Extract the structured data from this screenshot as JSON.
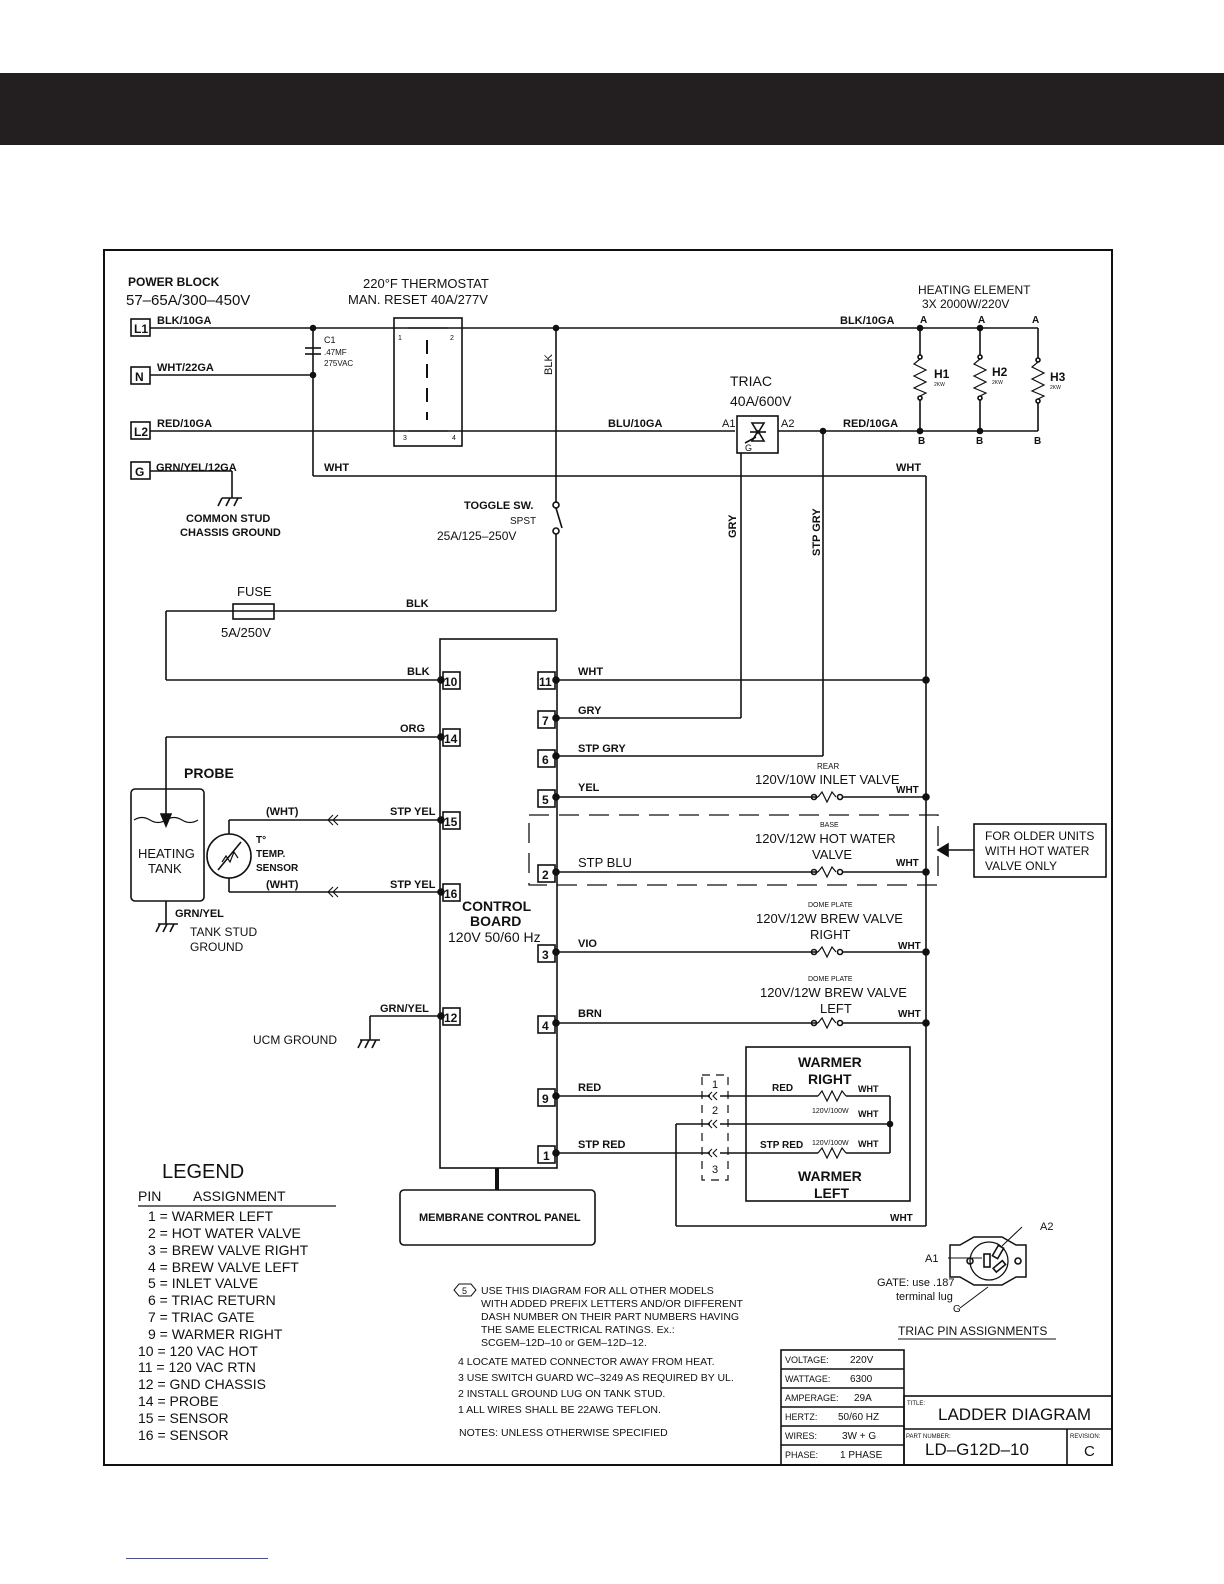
{
  "power_block": {
    "title": "POWER BLOCK",
    "rating": "57–65A/300–450V",
    "L1_wire": "BLK/10GA",
    "N_wire": "WHT/22GA",
    "L2_wire": "RED/10GA",
    "G_wire": "GRN/YEL/12GA"
  },
  "terminals": {
    "L1": "L1",
    "N": "N",
    "L2": "L2",
    "G": "G"
  },
  "ground_stud": {
    "line1": "COMMON STUD",
    "line2": "CHASSIS GROUND"
  },
  "capacitor": {
    "name": "C1",
    "value": ".47MF",
    "rating": "275VAC"
  },
  "thermostat": {
    "line1": "220°F THERMOSTAT",
    "line2": "MAN. RESET 40A/277V",
    "p1": "1",
    "p2": "2",
    "p3": "3",
    "p4": "4"
  },
  "heating_element": {
    "line1": "HEATING ELEMENT",
    "line2": "3X 2000W/220V",
    "a": "A",
    "b": "B",
    "h1": "H1",
    "h2": "H2",
    "h3": "H3",
    "watt": "2KW"
  },
  "triac": {
    "line1": "TRIAC",
    "line2": "40A/600V",
    "a1": "A1",
    "a2": "A2",
    "g": "G"
  },
  "wires": {
    "blk": "BLK",
    "blk10": "BLK/10GA",
    "blu10": "BLU/10GA",
    "red10": "RED/10GA",
    "wht": "WHT",
    "gry": "GRY",
    "stpgry": "STP GRY",
    "org": "ORG",
    "stpyel": "STP YEL",
    "whtp": "(WHT)",
    "grnyel": "GRN/YEL",
    "yel": "YEL",
    "stpblu": "STP BLU",
    "vio": "VIO",
    "brn": "BRN",
    "red": "RED",
    "stpred": "STP RED"
  },
  "toggle": {
    "line1": "TOGGLE SW.",
    "line2": "SPST",
    "line3": "25A/125–250V"
  },
  "fuse": {
    "label": "FUSE",
    "rating": "5A/250V"
  },
  "probe": {
    "title": "PROBE",
    "tank1": "HEATING",
    "tank2": "TANK",
    "sensor1": "T°",
    "sensor2": "TEMP.",
    "sensor3": "SENSOR",
    "ground1": "TANK STUD",
    "ground2": "GROUND"
  },
  "ucm_ground": "UCM GROUND",
  "control_board": {
    "line1": "CONTROL",
    "line2": "BOARD",
    "line3": "120V 50/60 Hz",
    "pins": [
      "10",
      "14",
      "15",
      "16",
      "12",
      "11",
      "7",
      "6",
      "5",
      "2",
      "3",
      "4",
      "9",
      "1"
    ]
  },
  "inlet_valve": {
    "note": "REAR",
    "label": "120V/10W INLET VALVE"
  },
  "hot_water_valve": {
    "note": "BASE",
    "line1": "120V/12W HOT WATER",
    "line2": "VALVE"
  },
  "older_units": {
    "line1": "FOR OLDER UNITS",
    "line2": "WITH HOT WATER",
    "line3": "VALVE ONLY"
  },
  "brew_right": {
    "note": "DOME PLATE",
    "line1": "120V/12W BREW VALVE",
    "line2": "RIGHT"
  },
  "brew_left": {
    "note": "DOME PLATE",
    "line1": "120V/12W BREW VALVE",
    "line2": "LEFT"
  },
  "warmer": {
    "right1": "WARMER",
    "right2": "RIGHT",
    "left1": "WARMER",
    "left2": "LEFT",
    "rating": "120V/100W",
    "c1": "1",
    "c2": "2",
    "c3": "3"
  },
  "membrane": "MEMBRANE CONTROL PANEL",
  "legend": {
    "title": "LEGEND",
    "pin": "PIN",
    "assignment": "ASSIGNMENT",
    "items": [
      "1  =  WARMER  LEFT",
      "2  =  HOT  WATER  VALVE",
      "3  =  BREW  VALVE  RIGHT",
      "4  =  BREW  VALVE  LEFT",
      "5  =  INLET  VALVE",
      "6  =  TRIAC  RETURN",
      "7  =  TRIAC  GATE",
      "9  =  WARMER  RIGHT",
      "10  =  120  VAC  HOT",
      "11  =  120  VAC  RTN",
      "12  =  GND  CHASSIS",
      "14  =  PROBE",
      "15  =  SENSOR",
      "16  =  SENSOR"
    ]
  },
  "notes": {
    "n5_num": "5",
    "n5": [
      "USE THIS DIAGRAM FOR ALL OTHER MODELS",
      "WITH ADDED PREFIX LETTERS AND/OR DIFFERENT",
      "DASH NUMBER ON THEIR PART NUMBERS HAVING",
      "THE SAME ELECTRICAL RATINGS. Ex.:",
      "SCGEM–12D–10  or  GEM–12D–12."
    ],
    "n4": "4   LOCATE MATED CONNECTOR AWAY FROM HEAT.",
    "n3": "3   USE SWITCH GUARD WC–3249 AS REQUIRED BY UL.",
    "n2": "2   INSTALL GROUND LUG ON TANK STUD.",
    "n1": "1   ALL WIRES SHALL BE 22AWG TEFLON.",
    "footer": "NOTES: UNLESS OTHERWISE SPECIFIED"
  },
  "triac_pins": {
    "a1": "A1",
    "a2": "A2",
    "gate1": "GATE:  use  .187",
    "gate2": "terminal  lug",
    "g": "G",
    "title": "TRIAC  PIN  ASSIGNMENTS"
  },
  "specs": [
    [
      "VOLTAGE:",
      "220V"
    ],
    [
      "WATTAGE:",
      "6300"
    ],
    [
      "AMPERAGE:",
      "29A"
    ],
    [
      "HERTZ:",
      "50/60  HZ"
    ],
    [
      "WIRES:",
      "3W  +  G"
    ],
    [
      "PHASE:",
      "1  PHASE"
    ]
  ],
  "title_block": {
    "title_label": "TITLE:",
    "title": "LADDER DIAGRAM",
    "part_label": "PART NUMBER:",
    "part": "LD–G12D–10",
    "rev_label": "REVISION:",
    "rev": "C"
  }
}
